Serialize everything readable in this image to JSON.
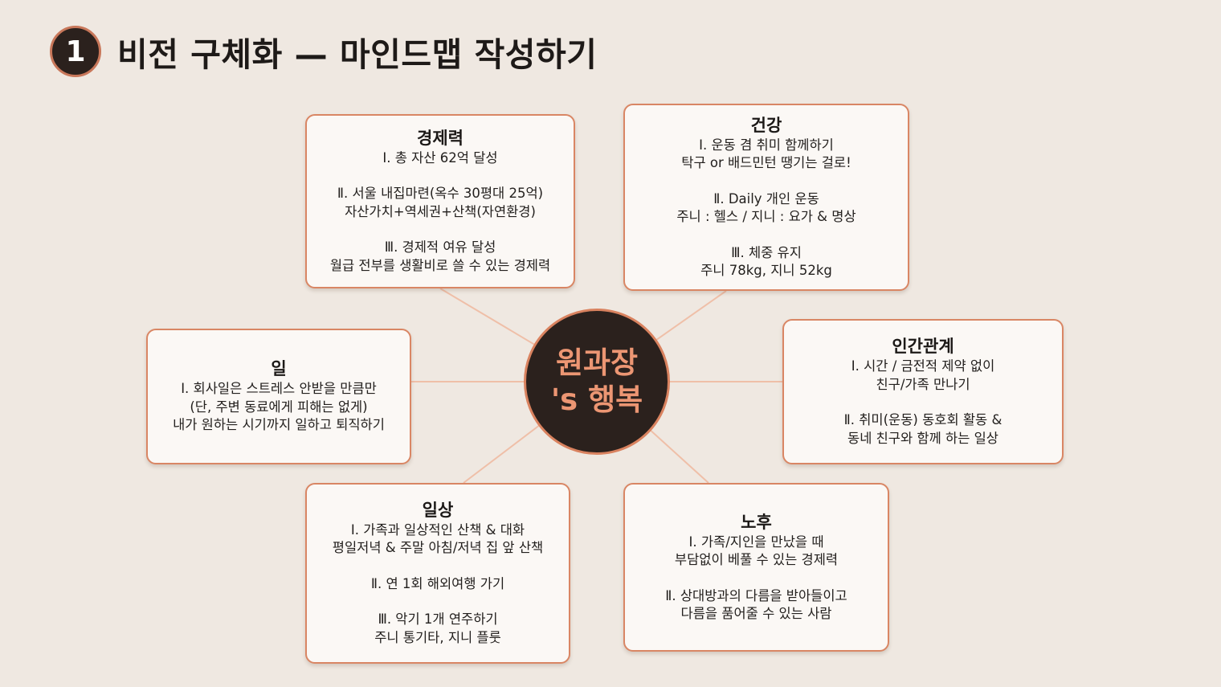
{
  "header": {
    "step": "1",
    "title": "비전 구체화 — 마인드맵 작성하기"
  },
  "center": {
    "line1": "원과장",
    "line2": "'s 행복"
  },
  "nodes": {
    "wealth": {
      "title": "경제력",
      "lines": [
        "Ⅰ. 총 자산 62억 달성",
        "",
        "Ⅱ. 서울 내집마련(옥수 30평대 25억)",
        "자산가치+역세권+산책(자연환경)",
        "",
        "Ⅲ. 경제적 여유 달성",
        "월급 전부를 생활비로 쓸 수 있는 경제력"
      ]
    },
    "health": {
      "title": "건강",
      "lines": [
        "Ⅰ. 운동 겸 취미 함께하기",
        "탁구 or 배드민턴 땡기는 걸로!",
        "",
        "Ⅱ. Daily 개인 운동",
        "주니 : 헬스 / 지니 : 요가 & 명상",
        "",
        "Ⅲ. 체중 유지",
        "주니 78kg, 지니 52kg"
      ]
    },
    "work": {
      "title": "일",
      "lines": [
        "Ⅰ. 회사일은 스트레스 안받을 만큼만",
        "(단, 주변 동료에게 피해는 없게)",
        "내가 원하는 시기까지 일하고 퇴직하기"
      ]
    },
    "relations": {
      "title": "인간관계",
      "lines": [
        "Ⅰ. 시간 / 금전적 제약 없이",
        "친구/가족 만나기",
        "",
        "Ⅱ. 취미(운동) 동호회 활동 &",
        "동네 친구와 함께 하는 일상"
      ]
    },
    "daily": {
      "title": "일상",
      "lines": [
        "Ⅰ. 가족과 일상적인 산책 & 대화",
        "평일저녁 & 주말 아침/저녁 집 앞 산책",
        "",
        "Ⅱ. 연 1회 해외여행 가기",
        "",
        "Ⅲ. 악기 1개 연주하기",
        "주니 통기타, 지니 플룻"
      ]
    },
    "retire": {
      "title": "노후",
      "lines": [
        "Ⅰ. 가족/지인을 만났을 때",
        "부담없이 베풀 수 있는 경제력",
        "",
        "Ⅱ. 상대방과의 다름을 받아들이고",
        "다름을 품어줄 수 있는 사람"
      ]
    }
  },
  "colors": {
    "background": "#efe8e1",
    "accent": "#d98664",
    "dark": "#2b211d",
    "center_text": "#ec9673",
    "connector": "#efbfa8"
  }
}
